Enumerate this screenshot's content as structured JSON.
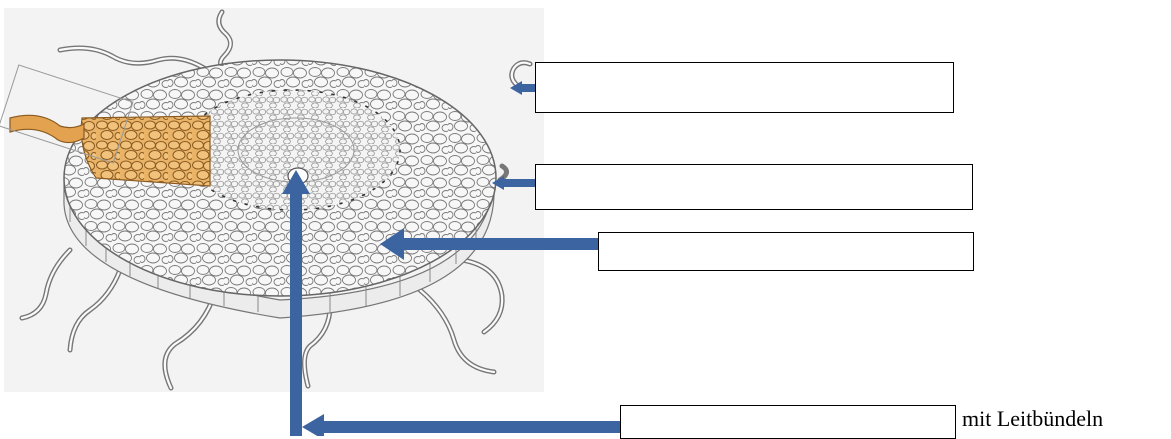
{
  "diagram": {
    "labels": [
      {
        "id": "epidermis",
        "text": ""
      },
      {
        "id": "root-hairs",
        "text": ""
      },
      {
        "id": "cortex",
        "text": ""
      },
      {
        "id": "central-cylinder",
        "text": ""
      }
    ],
    "bottom_caption": "mit Leitbündeln",
    "colors": {
      "arrow": "#3c64a0",
      "highlight": "#e8b060",
      "cell_outline": "#6b6b6b",
      "background_panel": "#f3f3f3"
    }
  }
}
